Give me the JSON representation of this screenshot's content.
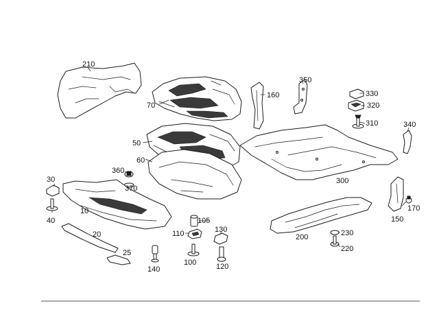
{
  "labels": {
    "p210": "210",
    "p70": "70",
    "p160": "160",
    "p350": "350",
    "p330": "330",
    "p320": "320",
    "p310": "310",
    "p340": "340",
    "p50": "50",
    "p60": "60",
    "p360": "360",
    "p370": "370",
    "p30": "30",
    "p10": "10",
    "p40": "40",
    "p300": "300",
    "p170": "170",
    "p150": "150",
    "p200": "200",
    "p105": "105",
    "p130": "130",
    "p110": "110",
    "p20": "20",
    "p230": "230",
    "p220": "220",
    "p25": "25",
    "p100": "100",
    "p140": "140",
    "p120": "120"
  }
}
